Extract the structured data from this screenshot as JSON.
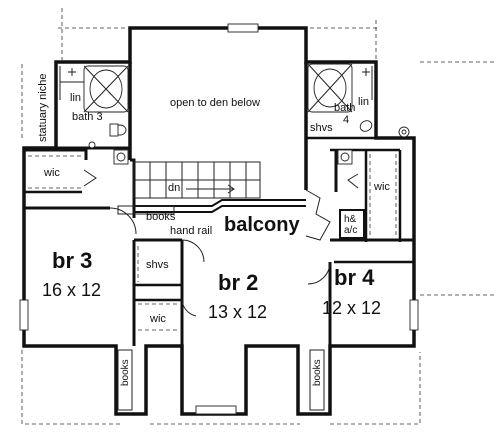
{
  "labels": {
    "statuary_niche": "statuary niche",
    "lin_left": "lin",
    "bath3": "bath 3",
    "open_to_den": "open to den below",
    "bath4_a": "bath",
    "bath4_b": "4",
    "lin_right": "lin",
    "shvs_top": "shvs",
    "wic_left": "wic",
    "dn": "dn",
    "wic_right": "wic",
    "books_top": "books",
    "hand_rail": "hand rail",
    "balcony": "balcony",
    "ha": "h&",
    "ac": "a/c",
    "br3": "br 3",
    "br3_size": "16 x 12",
    "shvs_mid": "shvs",
    "br2": "br 2",
    "br2_size": "13 x 12",
    "br4": "br 4",
    "br4_size": "12 x 12",
    "wic_mid": "wic",
    "books_left": "books",
    "books_right": "books"
  }
}
